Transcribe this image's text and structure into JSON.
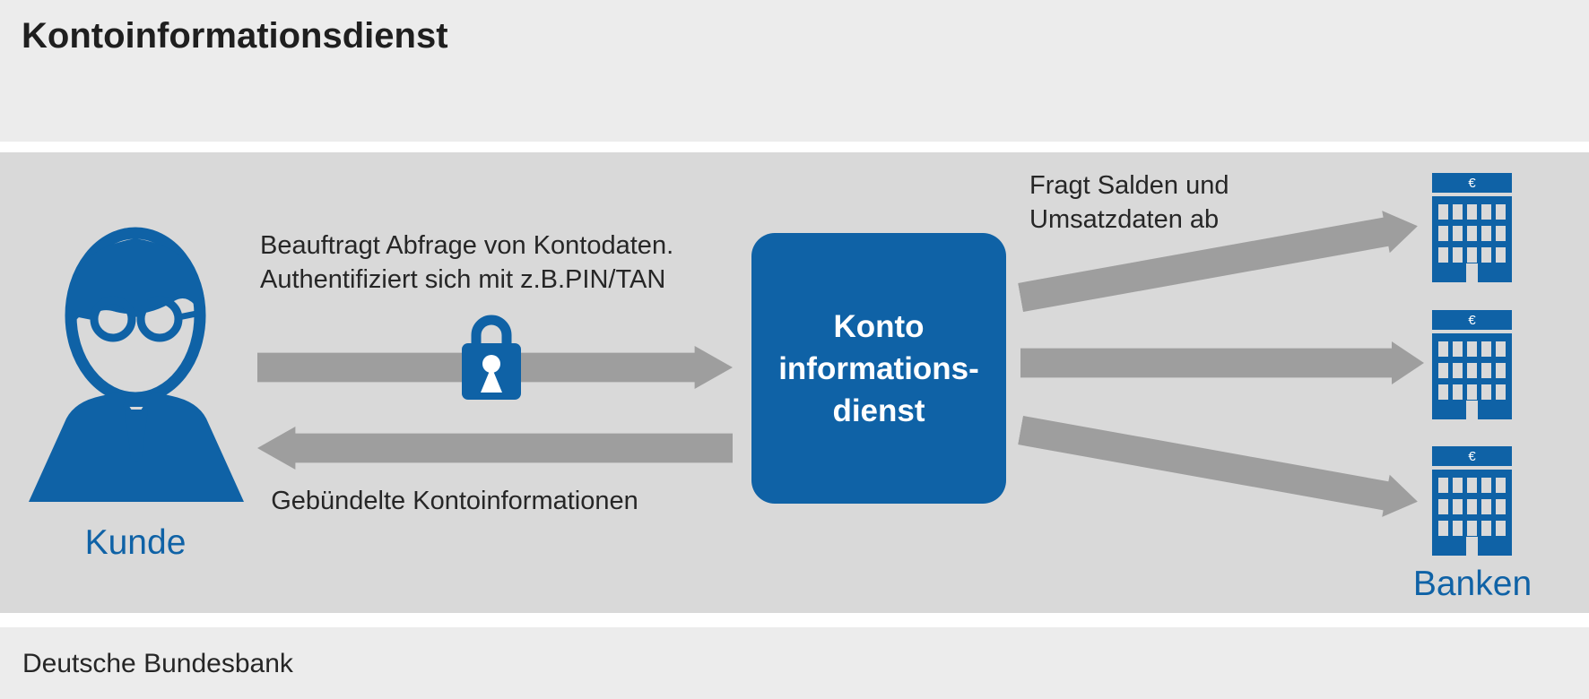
{
  "header": {
    "title": "Kontoinformationsdienst"
  },
  "footer": {
    "source": "Deutsche Bundesbank"
  },
  "colors": {
    "accent_blue": "#0f62a6",
    "arrow_gray": "#9e9e9e",
    "panel_bg": "#d9d9d9",
    "band_bg": "#ececec",
    "text_dark": "#262626"
  },
  "diagram": {
    "customer": {
      "label": "Kunde",
      "icon": "person-icon"
    },
    "request_arrow": {
      "direction": "right",
      "label_line1": "Beauftragt Abfrage von Kontodaten.",
      "label_line2": "Authentifiziert sich mit z.B.PIN/TAN",
      "icon": "lock-icon"
    },
    "response_arrow": {
      "direction": "left",
      "label": "Gebündelte Kontoinformationen"
    },
    "service": {
      "label_line1": "Konto",
      "label_line2": "informations-",
      "label_line3": "dienst"
    },
    "bank_query_arrows": {
      "count": 3,
      "label_line1": "Fragt Salden und",
      "label_line2": "Umsatzdaten ab"
    },
    "banks": {
      "label": "Banken",
      "count": 3,
      "currency_symbol": "€"
    }
  }
}
